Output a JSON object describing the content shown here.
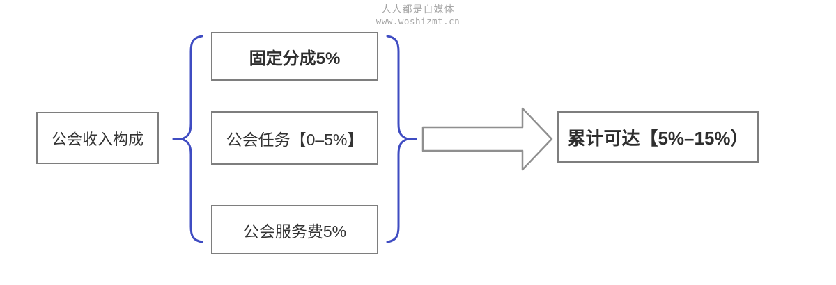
{
  "watermark": {
    "title": "人人都是自媒体",
    "url": "www.woshizmt.cn"
  },
  "diagram": {
    "source": {
      "label": "公会收入构成"
    },
    "branches": [
      {
        "label": "固定分成5%"
      },
      {
        "label": "公会任务【0–5%】"
      },
      {
        "label": "公会服务费5%"
      }
    ],
    "result": {
      "label": "累计可达【5%–15%）"
    }
  },
  "icons": {
    "left_brace": "left-curly-brace",
    "right_brace": "right-curly-brace",
    "arrow": "block-arrow-right"
  },
  "colors": {
    "brace_blue": "#3f4cc2",
    "box_border": "#7e7e7e",
    "arrow_border": "#8f8f8f",
    "text": "#333333",
    "watermark": "#a6a6a6",
    "background": "#ffffff"
  }
}
